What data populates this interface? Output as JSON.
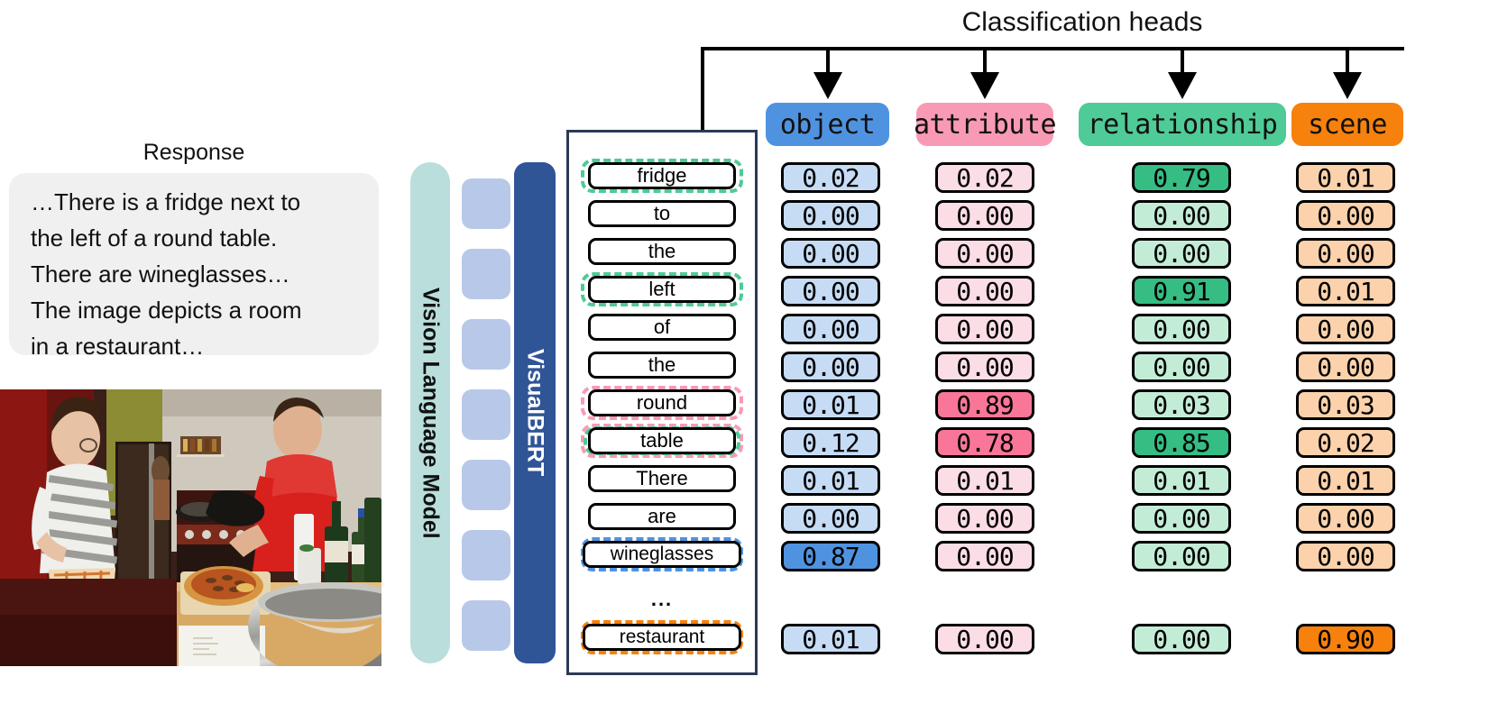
{
  "left_panel": {
    "response_title": "Response",
    "response_lines": [
      "…There is a fridge next to",
      "the left of a round table.",
      "There are wineglasses…",
      "The image depicts a room",
      "in a restaurant…"
    ],
    "image_caption": "photo of two men in a kitchen with a pizza on a board, wine bottles and a metal mixing bowl on a counter"
  },
  "pipeline": {
    "vlm_label": "Vision Language Model",
    "visualbert_label": "VisualBERT",
    "embedding_block_count": 7
  },
  "diagram": {
    "classification_heads_title": "Classification heads",
    "ellipsis": "..."
  },
  "colors": {
    "object": "#4f93e0",
    "attribute": "#f99ab4",
    "relationship": "#4ecb96",
    "scene": "#f6810c",
    "object_cell": "#c6dcf5",
    "attribute_cell": "#fbdde6",
    "relationship_cell": "#c3ecd7",
    "scene_cell": "#fbd2ab",
    "object_cell_hot": "#4f93e0",
    "attribute_cell_hot": "#f97698",
    "relationship_cell_hot": "#35bd84",
    "scene_cell_hot": "#f6810c",
    "vlm_pill": "#b9dedb",
    "visualbert_pill": "#2f5597",
    "embedding_square": "#b8c8e8",
    "panel_border": "#2b3a55",
    "bubble_bg": "#f0f0f0"
  },
  "chart_data": {
    "type": "heatmap",
    "title": "Classification heads",
    "columns": [
      "object",
      "attribute",
      "relationship",
      "scene"
    ],
    "row_label_name": "token",
    "rows": [
      {
        "token": "fridge",
        "highlight": [
          "relationship"
        ],
        "values": [
          0.02,
          0.02,
          0.79,
          0.01
        ],
        "hot": [
          false,
          false,
          true,
          false
        ]
      },
      {
        "token": "to",
        "highlight": [],
        "values": [
          0.0,
          0.0,
          0.0,
          0.0
        ],
        "hot": [
          false,
          false,
          false,
          false
        ]
      },
      {
        "token": "the",
        "highlight": [],
        "values": [
          0.0,
          0.0,
          0.0,
          0.0
        ],
        "hot": [
          false,
          false,
          false,
          false
        ]
      },
      {
        "token": "left",
        "highlight": [
          "relationship"
        ],
        "values": [
          0.0,
          0.0,
          0.91,
          0.01
        ],
        "hot": [
          false,
          false,
          true,
          false
        ]
      },
      {
        "token": "of",
        "highlight": [],
        "values": [
          0.0,
          0.0,
          0.0,
          0.0
        ],
        "hot": [
          false,
          false,
          false,
          false
        ]
      },
      {
        "token": "the",
        "highlight": [],
        "values": [
          0.0,
          0.0,
          0.0,
          0.0
        ],
        "hot": [
          false,
          false,
          false,
          false
        ]
      },
      {
        "token": "round",
        "highlight": [
          "attribute"
        ],
        "values": [
          0.01,
          0.89,
          0.03,
          0.03
        ],
        "hot": [
          false,
          true,
          false,
          false
        ]
      },
      {
        "token": "table",
        "highlight": [
          "attribute",
          "relationship"
        ],
        "values": [
          0.12,
          0.78,
          0.85,
          0.02
        ],
        "hot": [
          false,
          true,
          true,
          false
        ]
      },
      {
        "token": "There",
        "highlight": [],
        "values": [
          0.01,
          0.01,
          0.01,
          0.01
        ],
        "hot": [
          false,
          false,
          false,
          false
        ]
      },
      {
        "token": "are",
        "highlight": [],
        "values": [
          0.0,
          0.0,
          0.0,
          0.0
        ],
        "hot": [
          false,
          false,
          false,
          false
        ]
      },
      {
        "token": "wineglasses",
        "highlight": [
          "object"
        ],
        "values": [
          0.87,
          0.0,
          0.0,
          0.0
        ],
        "hot": [
          true,
          false,
          false,
          false
        ]
      },
      {
        "token": "restaurant",
        "highlight": [
          "scene"
        ],
        "values": [
          0.01,
          0.0,
          0.0,
          0.9
        ],
        "hot": [
          false,
          false,
          false,
          true
        ]
      }
    ],
    "value_format": "0.00",
    "note": "last row separated from the others by a vertical ellipsis"
  }
}
